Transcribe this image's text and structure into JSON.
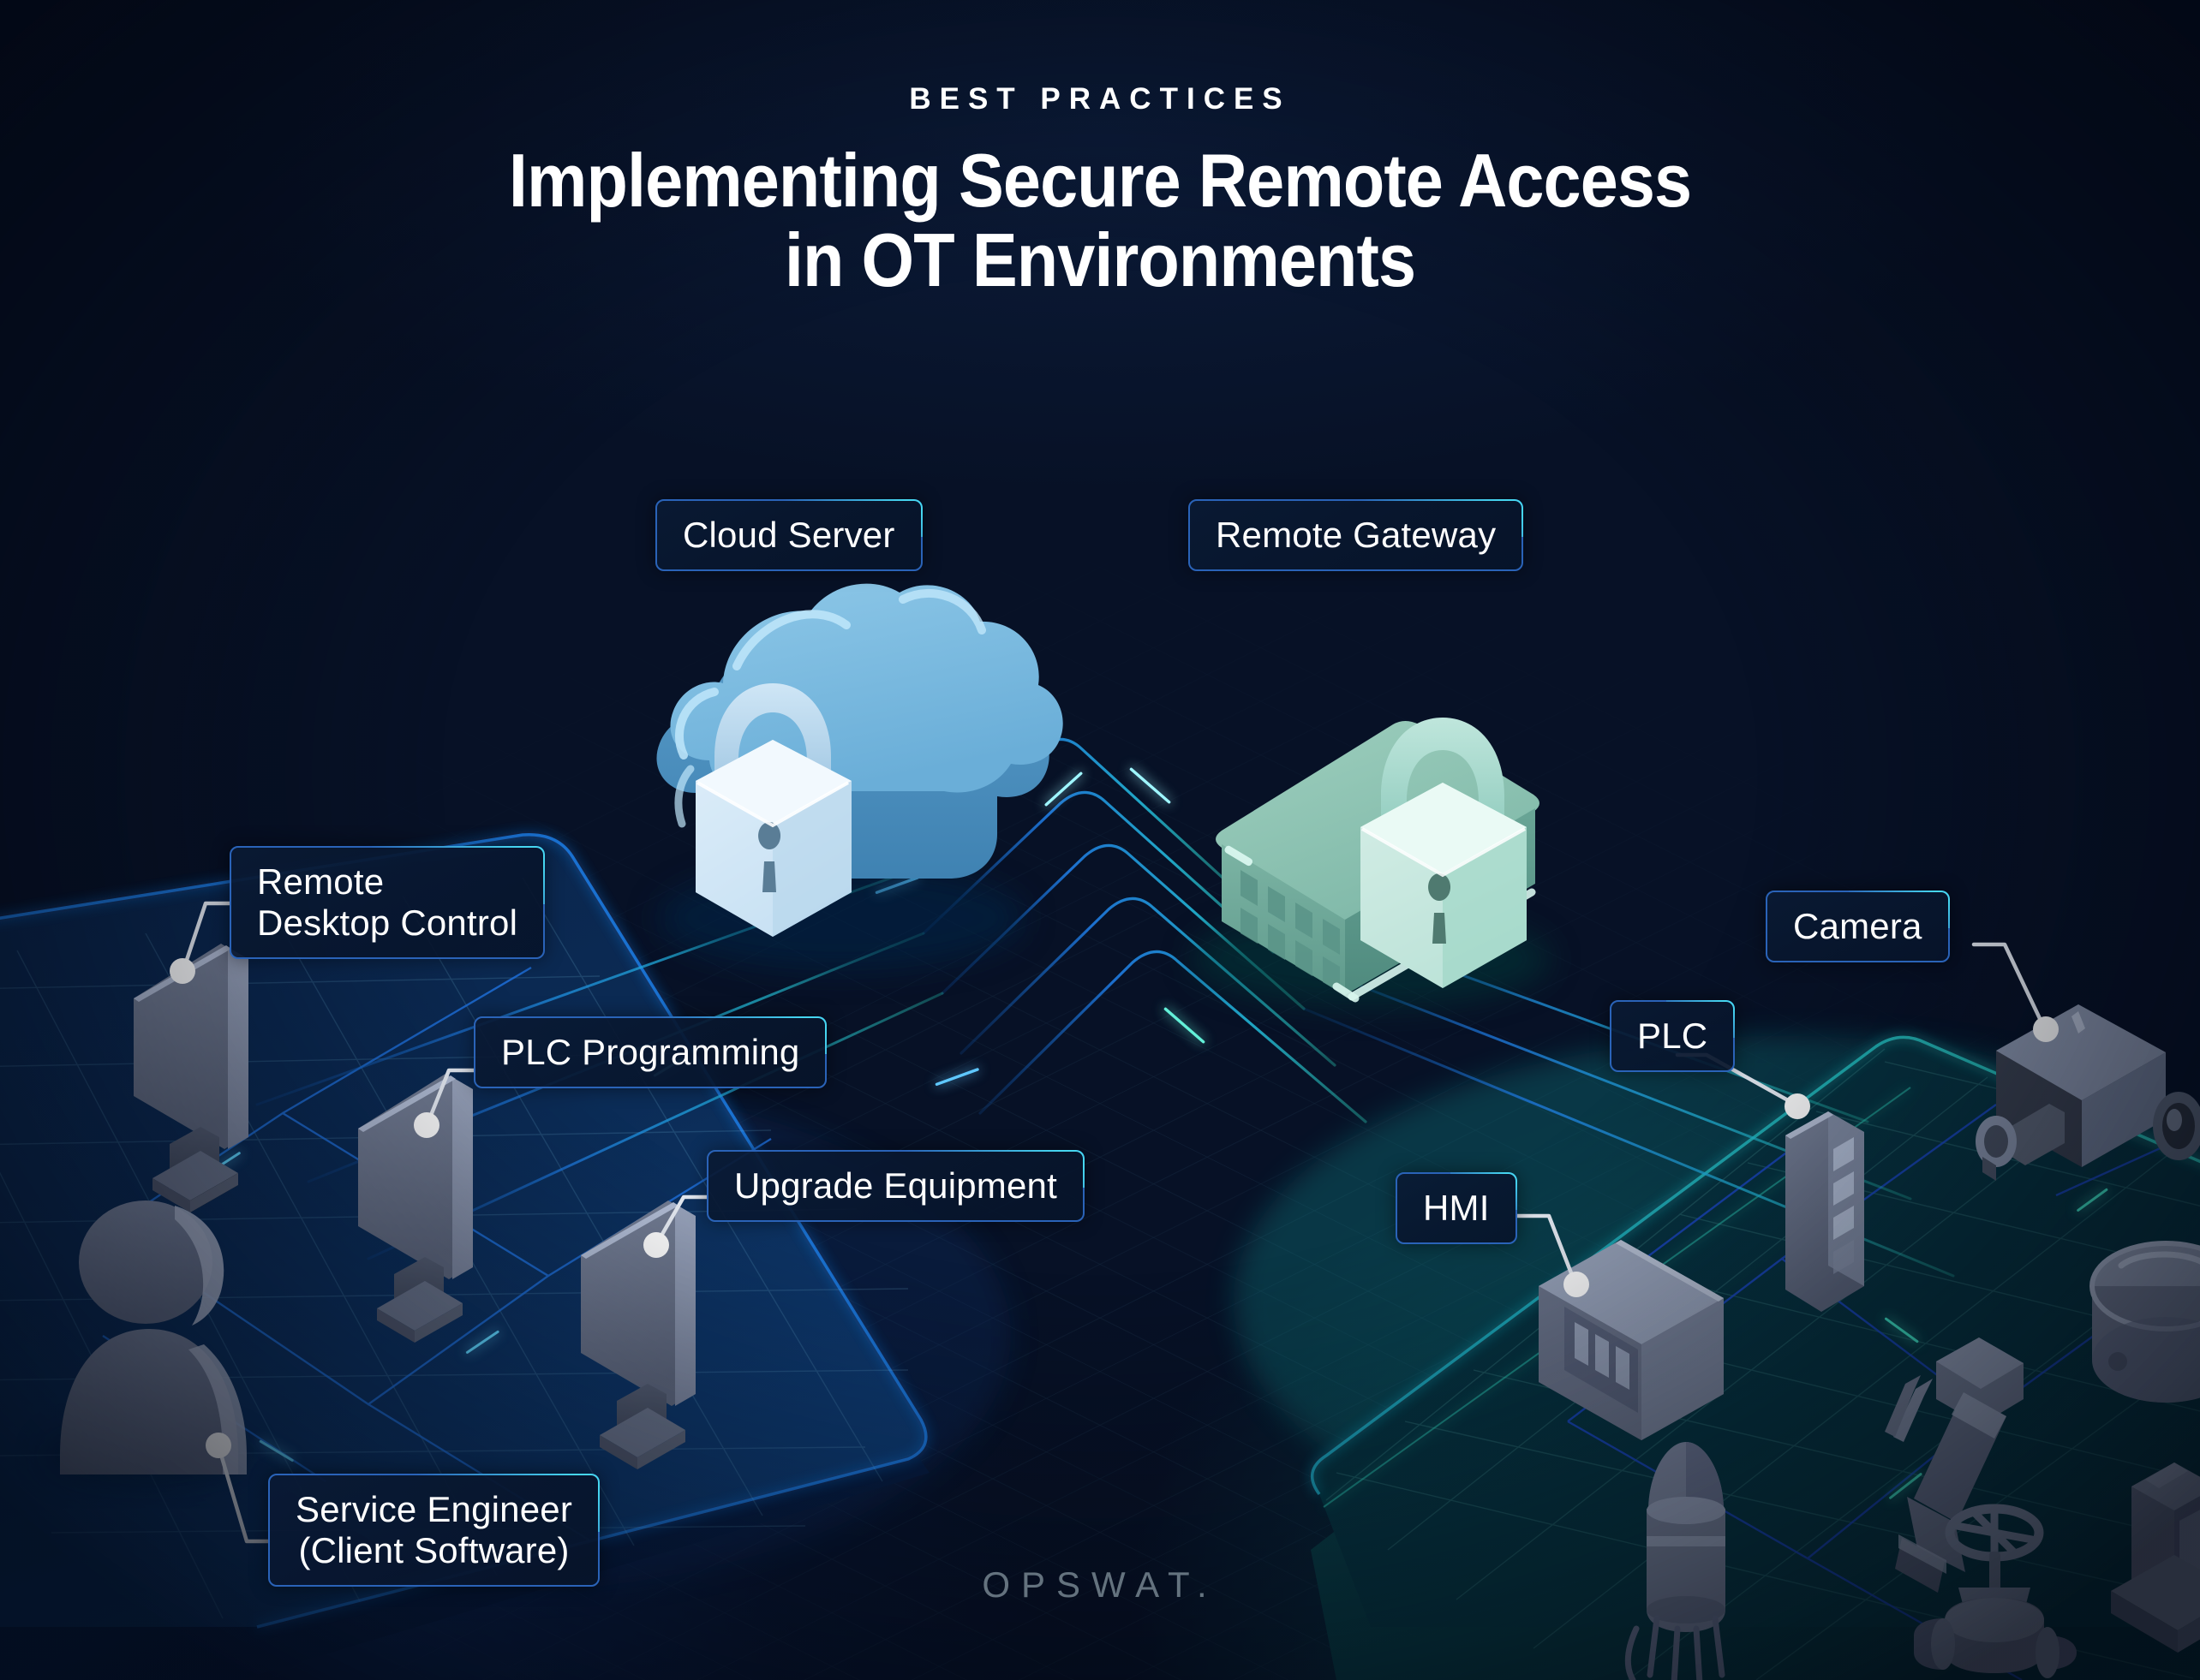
{
  "header": {
    "eyebrow": "BEST PRACTICES",
    "title_line1": "Implementing Secure Remote Access",
    "title_line2": "in OT Environments"
  },
  "branding": {
    "wordmark": "OPSWAT."
  },
  "diagram": {
    "labels": [
      {
        "id": "cloud-server",
        "text": "Cloud Server"
      },
      {
        "id": "remote-gateway",
        "text": "Remote Gateway"
      },
      {
        "id": "remote-desktop-control",
        "text": "Remote\nDesktop Control"
      },
      {
        "id": "plc-programming",
        "text": "PLC Programming"
      },
      {
        "id": "upgrade-equipment",
        "text": "Upgrade Equipment"
      },
      {
        "id": "service-engineer",
        "text": "Service Engineer\n(Client Software)"
      },
      {
        "id": "camera",
        "text": "Camera"
      },
      {
        "id": "plc",
        "text": "PLC"
      },
      {
        "id": "hmi",
        "text": "HMI"
      }
    ],
    "nodes": [
      {
        "id": "cloud-server-icon",
        "kind": "cloud-with-lock"
      },
      {
        "id": "remote-gateway-icon",
        "kind": "gateway-appliance-with-lock"
      },
      {
        "id": "monitor-1",
        "kind": "desktop-monitor"
      },
      {
        "id": "monitor-2",
        "kind": "desktop-monitor"
      },
      {
        "id": "monitor-3",
        "kind": "desktop-monitor"
      },
      {
        "id": "engineer",
        "kind": "person-silhouette"
      },
      {
        "id": "plc-device",
        "kind": "plc-module"
      },
      {
        "id": "camera-device",
        "kind": "security-camera"
      },
      {
        "id": "hmi-panel",
        "kind": "hmi-touch-panel"
      },
      {
        "id": "robot-arm",
        "kind": "robotic-arm"
      },
      {
        "id": "storage-tank",
        "kind": "process-tank"
      },
      {
        "id": "valve",
        "kind": "industrial-valve"
      },
      {
        "id": "pump",
        "kind": "pump-motor"
      },
      {
        "id": "mixer",
        "kind": "mixing-vessel"
      }
    ]
  },
  "colors": {
    "background_top": "#081225",
    "background_bottom": "#0d4b5a",
    "it_plane": "#0d2a55",
    "ot_plane": "#0c6f72",
    "label_border": "#2a63b8",
    "label_accent": "#46d6f0",
    "cloud_blue": "#6fb4dc",
    "gateway_green": "#8fc4b4",
    "device_gray": "#6b7486",
    "connector_white": "#ffffff",
    "flow_blue": "#1f7ae0",
    "flow_teal": "#2fd9c0",
    "title_text": "#ffffff"
  }
}
